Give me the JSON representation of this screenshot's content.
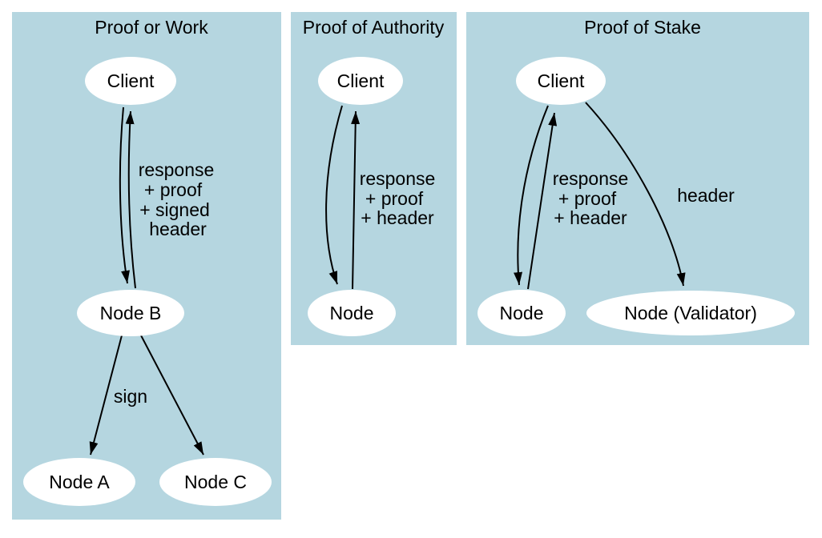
{
  "colors": {
    "page_background": "#ffffff",
    "panel_fill": "#b5d6e0",
    "node_fill": "#ffffff",
    "line": "#000000",
    "text": "#000000"
  },
  "panels": [
    {
      "title": "Proof or Work",
      "nodes": {
        "client": "Client",
        "node_b": "Node B",
        "node_a": "Node A",
        "node_c": "Node C"
      },
      "edge_labels": {
        "response_lines": [
          "response",
          "+ proof",
          "+ signed",
          "header"
        ],
        "sign": "sign"
      }
    },
    {
      "title": "Proof of Authority",
      "nodes": {
        "client": "Client",
        "node": "Node"
      },
      "edge_labels": {
        "response_lines": [
          "response",
          "+ proof",
          "+ header"
        ]
      }
    },
    {
      "title": "Proof of Stake",
      "nodes": {
        "client": "Client",
        "node": "Node",
        "validator": "Node (Validator)"
      },
      "edge_labels": {
        "response_lines": [
          "response",
          "+ proof",
          "+ header"
        ],
        "header": "header"
      }
    }
  ]
}
